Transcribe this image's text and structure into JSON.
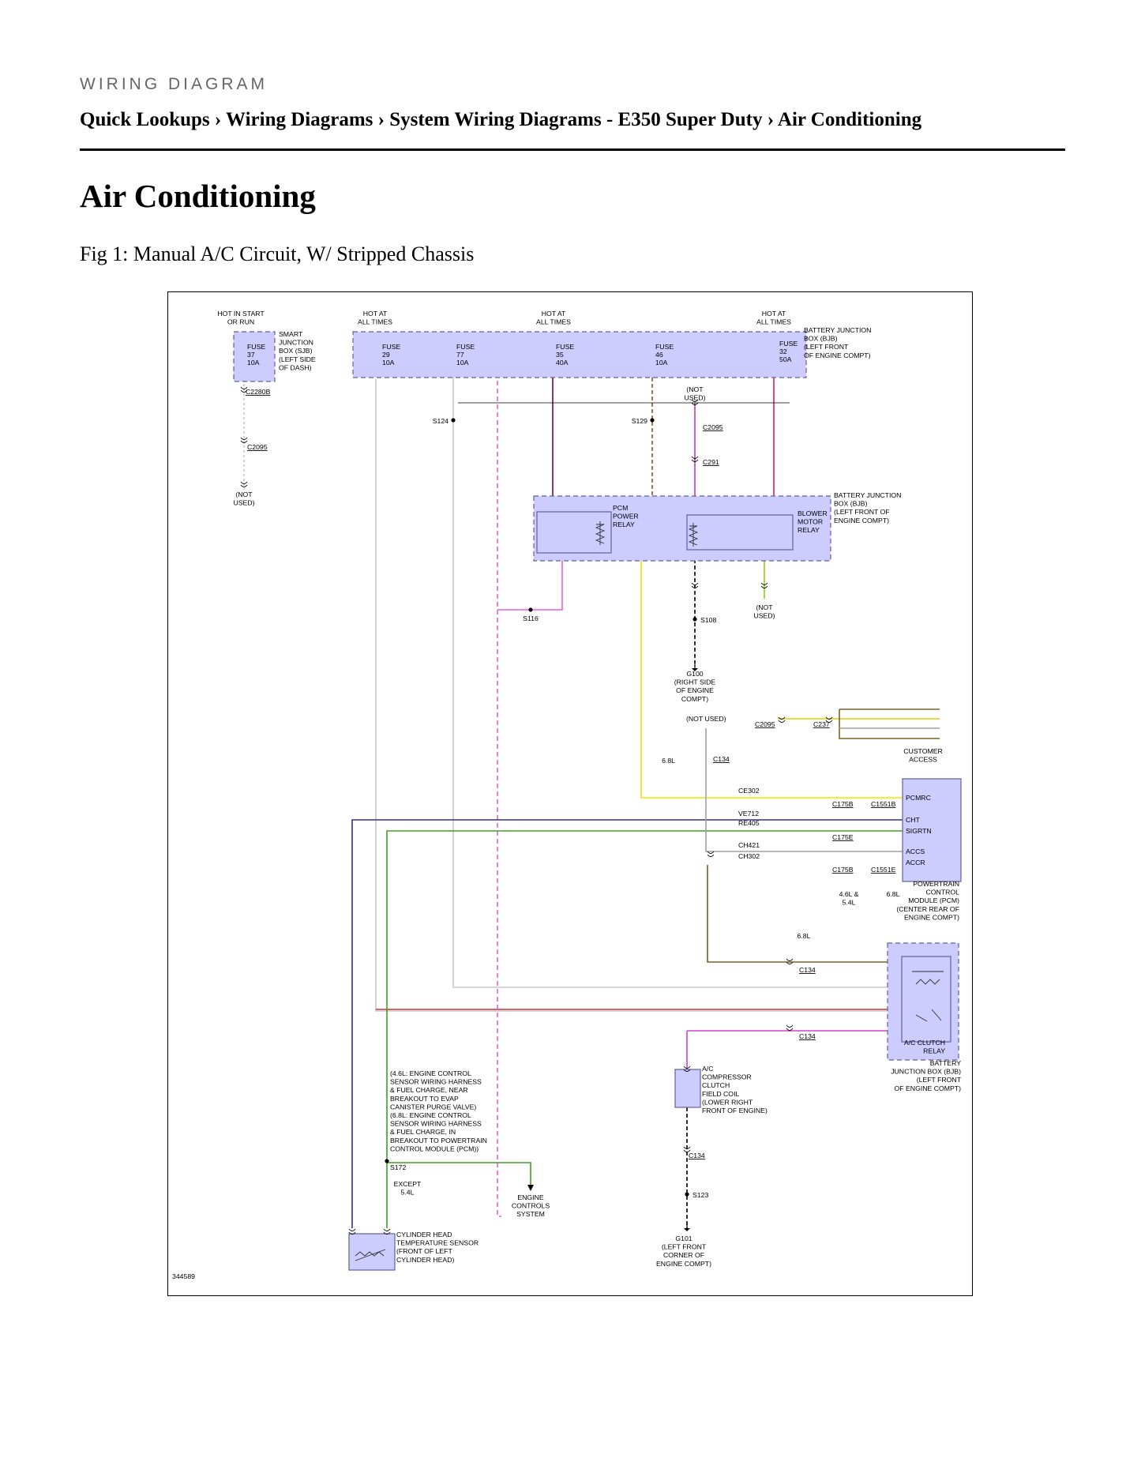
{
  "header": {
    "kicker": "WIRING DIAGRAM",
    "breadcrumb": "Quick Lookups › Wiring Diagrams › System Wiring Diagrams - E350 Super Duty › Air Conditioning"
  },
  "page_title": "Air Conditioning",
  "figure_caption": "Fig 1: Manual A/C Circuit, W/ Stripped Chassis",
  "diagram": {
    "figure_id": "344589",
    "labels": {
      "hot_start_run": [
        "HOT IN START",
        "OR RUN"
      ],
      "hot_all": [
        "HOT AT",
        "ALL TIMES"
      ],
      "sjb": [
        "SMART",
        "JUNCTION",
        "BOX (SJB)",
        "(LEFT SIDE",
        "OF DASH)"
      ],
      "bjb_top": [
        "BATTERY JUNCTION",
        "BOX (BJB)",
        "(LEFT FRONT",
        "OF ENGINE COMPT)"
      ],
      "bjb_mid": [
        "BATTERY JUNCTION",
        "BOX (BJB)",
        "(LEFT FRONT OF",
        "ENGINE COMPT)"
      ],
      "bjb_bot": [
        "BATTERY",
        "JUNCTION BOX (BJB)",
        "(LEFT FRONT",
        "OF ENGINE COMPT)"
      ],
      "fuses": [
        [
          "FUSE",
          "37",
          "10A"
        ],
        [
          "FUSE",
          "29",
          "10A"
        ],
        [
          "FUSE",
          "77",
          "10A"
        ],
        [
          "FUSE",
          "35",
          "40A"
        ],
        [
          "FUSE",
          "46",
          "10A"
        ],
        [
          "FUSE",
          "32",
          "50A"
        ]
      ],
      "pcm_relay": [
        "PCM",
        "POWER",
        "RELAY"
      ],
      "blower_relay": [
        "BLOWER",
        "MOTOR",
        "RELAY"
      ],
      "not_used": [
        "(NOT",
        "USED)"
      ],
      "not_used_inline": "(NOT USED)",
      "g100": [
        "G100",
        "(RIGHT SIDE",
        "OF ENGINE",
        "COMPT)"
      ],
      "g101": [
        "G101",
        "(LEFT FRONT",
        "CORNER OF",
        "ENGINE COMPT)"
      ],
      "customer_access": [
        "CUSTOMER",
        "ACCESS"
      ],
      "pcm_module": [
        "POWERTRAIN",
        "CONTROL",
        "MODULE (PCM)",
        "(CENTER REAR OF",
        "ENGINE COMPT)"
      ],
      "ac_clutch_relay": [
        "A/C CLUTCH",
        "RELAY"
      ],
      "compressor": [
        "A/C",
        "COMPRESSOR",
        "CLUTCH",
        "FIELD COIL",
        "(LOWER RIGHT",
        "FRONT OF ENGINE)"
      ],
      "note_s172": [
        "(4.6L: ENGINE CONTROL",
        "SENSOR WIRING HARNESS",
        "& FUEL CHARGE, NEAR",
        "BREAKOUT TO EVAP",
        "CANISTER PURGE VALVE)",
        "(6.8L: ENGINE CONTROL",
        "SENSOR WIRING HARNESS",
        "& FUEL CHARGE, IN",
        "BREAKOUT TO POWERTRAIN",
        "CONTROL MODULE (PCM))"
      ],
      "except": [
        "EXCEPT",
        "5.4L"
      ],
      "engine_controls": [
        "ENGINE",
        "CONTROLS",
        "SYSTEM"
      ],
      "cht_sensor": [
        "CYLINDER HEAD",
        "TEMPERATURE SENSOR",
        "(FRONT OF LEFT",
        "CYLINDER HEAD)"
      ],
      "engine_46_54": [
        "4.6L &",
        "5.4L"
      ],
      "engine_68": "6.8L",
      "pcm_pins": [
        "PCMRC",
        "CHT",
        "SIGRTN",
        "ACCS",
        "ACCR"
      ],
      "circuits": [
        "CE302",
        "VE712",
        "RE405",
        "CH421",
        "CH302"
      ]
    },
    "connectors": [
      "C2280B",
      "C2095",
      "C291",
      "C237",
      "C134",
      "C175B",
      "C1551B",
      "C175E",
      "C1551E"
    ],
    "splices": [
      "S124",
      "S129",
      "S116",
      "S108",
      "S172",
      "S123"
    ],
    "wire_colors": {
      "wht": "#c8c8c8",
      "gry_red": "#c83232",
      "gry_vio": "#e060e0",
      "blu_red": "#800040",
      "brn_red": "#a05010",
      "vio_red": "#e0186e",
      "vio_gry": "#b040c0",
      "yel_blu": "#e8e800",
      "yel_grn": "#90d010",
      "blk": "#000000",
      "blu_gry": "#303090",
      "grn_wht": "#40a020",
      "gry_yel": "#e0d000",
      "wht_brn": "#806020",
      "gry": "#a0a0a0",
      "vio_wht": "#d040d0",
      "box_fill": "#ccccff",
      "box_stroke": "#6060a0"
    }
  }
}
